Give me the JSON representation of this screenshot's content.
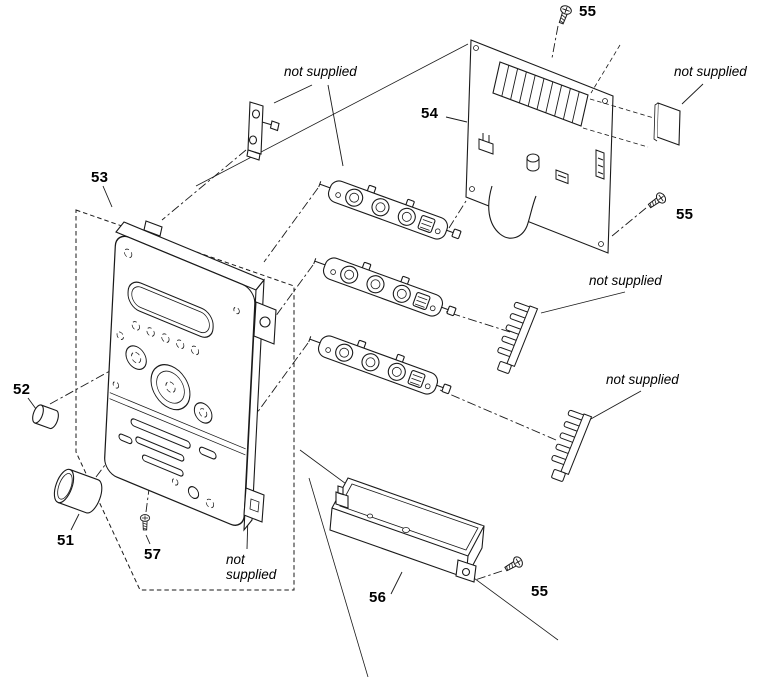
{
  "figure": {
    "kind": "exploded-parts-diagram",
    "background": "#ffffff",
    "line_color": "#1a1a1a"
  },
  "labels": {
    "screw_top": "55",
    "not_supplied_bracket": "not supplied",
    "not_supplied_plate": "not supplied",
    "board": "54",
    "front_panel": "53",
    "screw_right": "55",
    "not_supplied_comb_upper": "not supplied",
    "not_supplied_comb_lower": "not supplied",
    "knob_small": "52",
    "knob_large": "51",
    "screw_panel": "57",
    "not_supplied_panel_line1": "not",
    "not_supplied_panel_line2": "supplied",
    "tray": "56",
    "screw_tray": "55"
  }
}
